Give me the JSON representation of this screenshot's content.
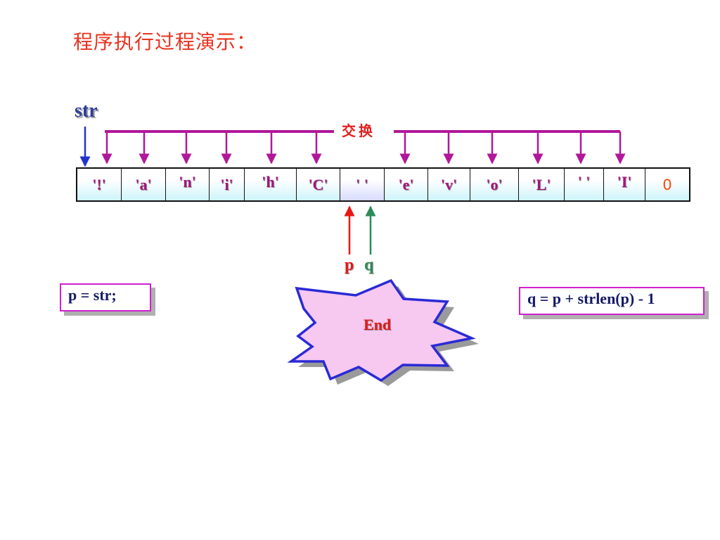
{
  "slide": {
    "title": "程序执行过程演示：",
    "str_label": "str",
    "swap_label": "交换",
    "array_cells": [
      "'!'",
      "'a'",
      "'n'",
      "'i'",
      "'h'",
      "'C'",
      "' '",
      "'e'",
      "'v'",
      "'o'",
      "'L'",
      "' '",
      "'I'",
      "0"
    ],
    "pointer_p_label": "p",
    "pointer_q_label": "q",
    "code_left": "p = str;",
    "code_right": "q = p + strlen(p) - 1",
    "end_label": "End"
  },
  "colors": {
    "title": "#e8331f",
    "cell_text": "#a2157f",
    "arrow_magenta": "#b0179a",
    "pointer_p": "#e81717",
    "pointer_q": "#2e8b57",
    "str_arrow": "#2233cc",
    "starburst_fill": "#f7c8f0",
    "starburst_stroke": "#2a2ad6"
  }
}
